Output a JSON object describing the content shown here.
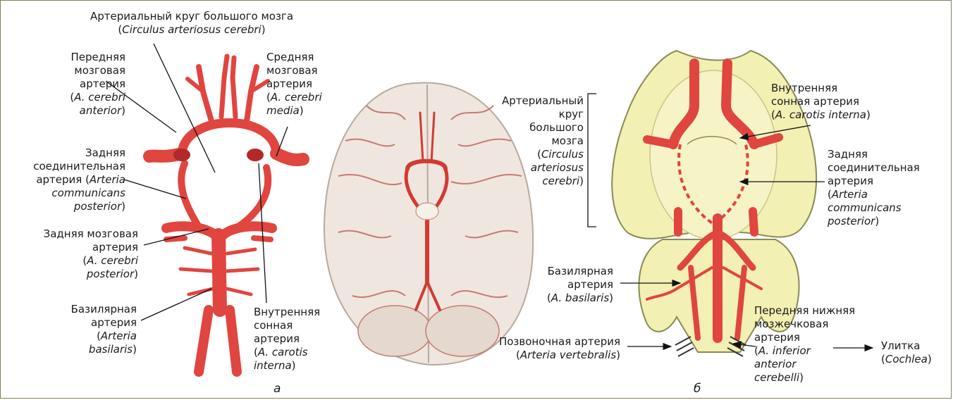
{
  "labels": {
    "circle_top": {
      "line1": "Артериальный круг большого мозга",
      "latin": "Circulus arteriosus cerebri"
    },
    "ant_cerebral": {
      "l1": "Передняя",
      "l2": "мозговая",
      "l3": "артерия",
      "latin1": "A. cerebri",
      "latin2": "anterior"
    },
    "mid_cerebral": {
      "l1": "Средняя",
      "l2": "мозговая",
      "l3": "артерия",
      "latin1": "A. cerebri",
      "latin2": "media"
    },
    "post_comm_a": {
      "l1": "Задняя",
      "l2": "соединительная",
      "l3": "артерия (",
      "latin1": "Arteria",
      "latin2": "communicans",
      "latin3": "posterior"
    },
    "post_cerebral": {
      "l1": "Задняя мозговая",
      "l2": "артерия",
      "latin1": "A. cerebri",
      "latin2": "posterior"
    },
    "basilar_a": {
      "l1": "Базилярная",
      "l2": "артерия",
      "latin1": "Arteria",
      "latin2": "basilaris"
    },
    "carotid_a": {
      "l1": "Внутренняя",
      "l2": "сонная",
      "l3": "артерия",
      "latin1": "A. carotis",
      "latin2": "interna"
    },
    "circle_b": {
      "l1": "Артериальный",
      "l2": "круг",
      "l3": "большого",
      "l4": "мозга",
      "latin1": "Circulus",
      "latin2": "arteriosus",
      "latin3": "cerebri"
    },
    "carotid_b": {
      "l1": "Внутренняя",
      "l2": "сонная артерия",
      "latin": "A. carotis interna"
    },
    "post_comm_b": {
      "l1": "Задняя",
      "l2": "соединительная",
      "l3": "артерия",
      "latin1": "Arteria",
      "latin2": "communicans",
      "latin3": "posterior"
    },
    "basilar_b": {
      "l1": "Базилярная",
      "l2": "артерия",
      "latin": "A. basilaris"
    },
    "vertebral": {
      "l1": "Позвоночная артерия",
      "latin": "Arteria vertebralis"
    },
    "aica": {
      "l1": "Передняя нижняя",
      "l2": "мозжечковая",
      "l3": "артерия",
      "latin1": "A. inferior",
      "latin2": "anterior",
      "latin3": "cerebelli"
    },
    "cochlea": {
      "l1": "Улитка",
      "latin": "Cochlea"
    }
  },
  "panels": {
    "a": "а",
    "b": "б"
  },
  "colors": {
    "artery": "#e0453f",
    "artery_dark": "#b3282a",
    "mouse_brain": "#f2f0b2",
    "mouse_outline": "#8a8a55",
    "human_brain": "#efe6df",
    "frame": "#8a7d5a"
  },
  "icons": [
    "arrow-right-icon",
    "bracket-icon"
  ]
}
